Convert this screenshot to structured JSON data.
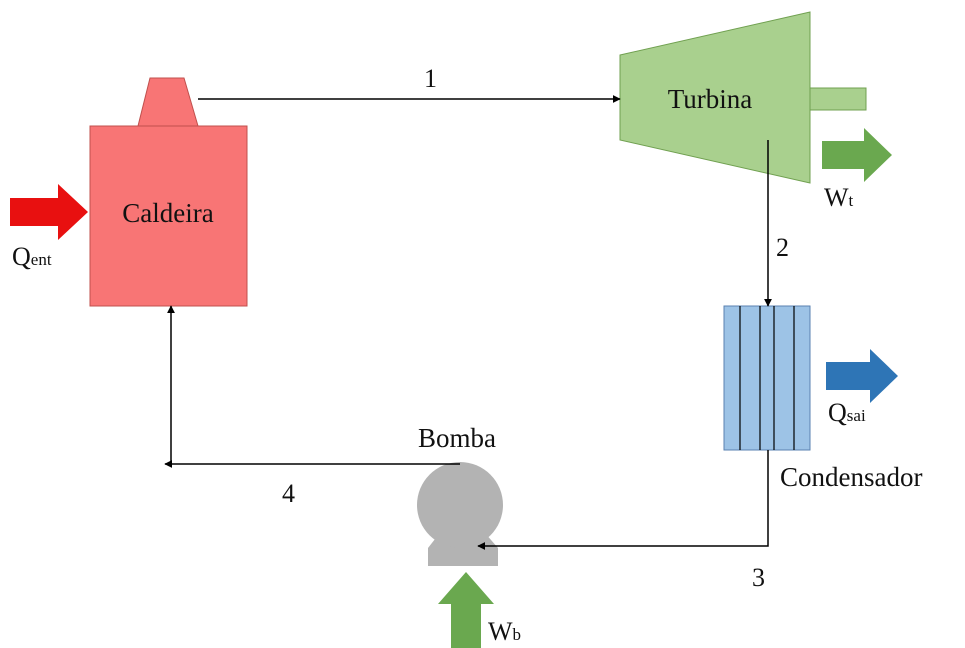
{
  "components": {
    "boiler": {
      "label": "Caldeira",
      "color": "#f87575"
    },
    "turbine": {
      "label": "Turbina",
      "color": "#a9d08e"
    },
    "condenser": {
      "label": "Condensador",
      "color": "#9dc3e6"
    },
    "pump": {
      "label": "Bomba",
      "color": "#b3b3b3"
    }
  },
  "states": {
    "s1": "1",
    "s2": "2",
    "s3": "3",
    "s4": "4"
  },
  "energy": {
    "q_in": {
      "main": "Q",
      "sub": "ent",
      "color": "#e81010"
    },
    "w_turbine": {
      "main": "W",
      "sub": "t",
      "color": "#6aa84f"
    },
    "q_out": {
      "main": "Q",
      "sub": "sai",
      "color": "#2e75b6"
    },
    "w_pump": {
      "main": "W",
      "sub": "b",
      "color": "#6aa84f"
    }
  },
  "line_color": "#000000"
}
